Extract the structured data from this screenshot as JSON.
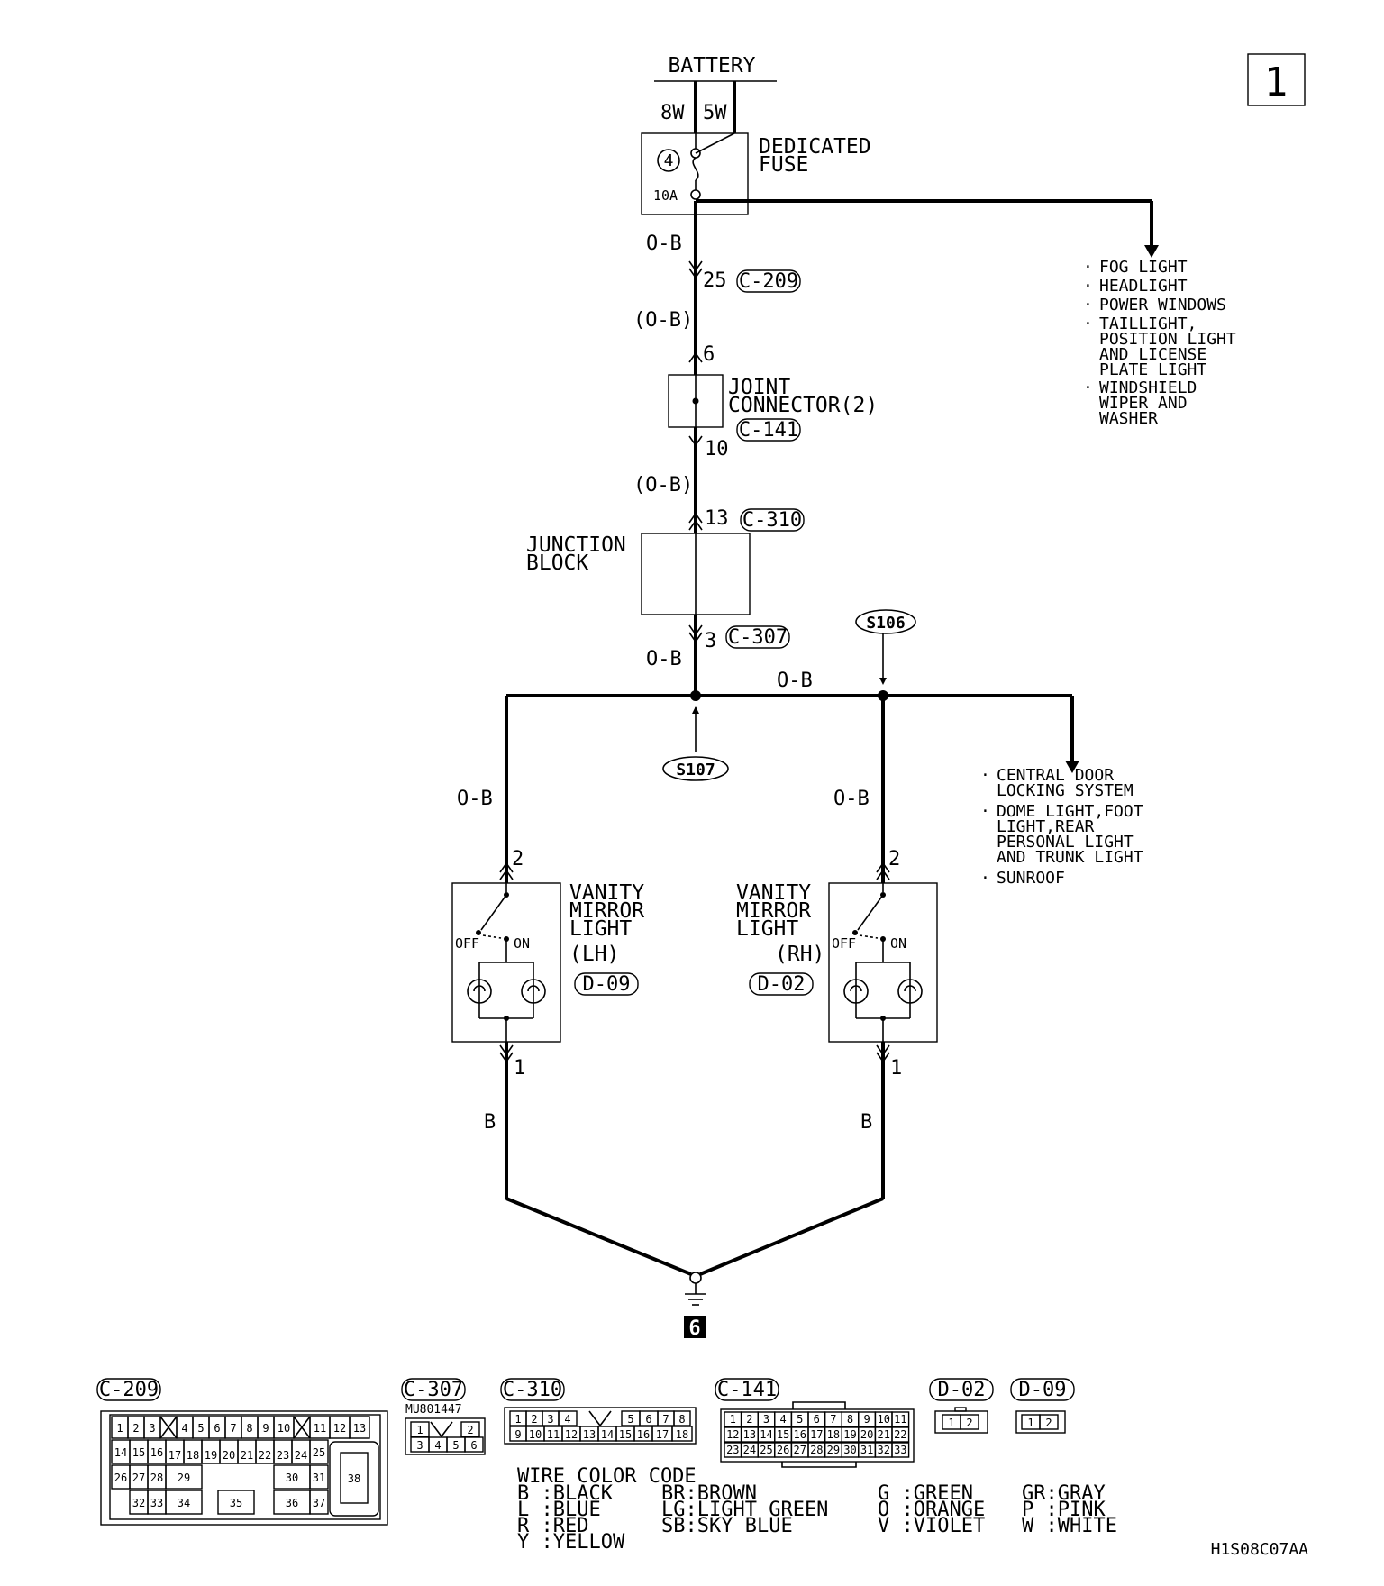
{
  "page_number": "1",
  "battery": "BATTERY",
  "wire_8w": "8W",
  "wire_5w": "5W",
  "fuse_number": "4",
  "fuse_rating": "10A",
  "fuse_label": [
    "DEDICATED",
    "FUSE"
  ],
  "wire_ob": "O-B",
  "wire_ob_paren": "(O-B)",
  "wire_b": "B",
  "pins": {
    "p25": "25",
    "p6": "6",
    "p10": "10",
    "p13": "13",
    "p3": "3",
    "p2": "2",
    "p1": "1"
  },
  "connectors": {
    "c209": "C-209",
    "c141": "C-141",
    "c310": "C-310",
    "c307": "C-307",
    "d09": "D-09",
    "d02": "D-02"
  },
  "joint_connector": [
    "JOINT",
    "CONNECTOR(2)"
  ],
  "junction_block": [
    "JUNCTION",
    "BLOCK"
  ],
  "splices": {
    "s106": "S106",
    "s107": "S107"
  },
  "fuse_branch_items": [
    [
      "FOG LIGHT"
    ],
    [
      "HEADLIGHT"
    ],
    [
      "POWER WINDOWS"
    ],
    [
      "TAILLIGHT,",
      "POSITION LIGHT",
      "AND LICENSE",
      "PLATE LIGHT"
    ],
    [
      "WINDSHIELD",
      "WIPER AND",
      "WASHER"
    ]
  ],
  "bus_branch_items": [
    [
      "CENTRAL DOOR",
      "LOCKING SYSTEM"
    ],
    [
      "DOME LIGHT,FOOT",
      "LIGHT,REAR",
      "PERSONAL LIGHT",
      "AND TRUNK LIGHT"
    ],
    [
      "SUNROOF"
    ]
  ],
  "vanity_lh": [
    "VANITY",
    "MIRROR",
    "LIGHT",
    "(LH)"
  ],
  "vanity_rh": [
    "VANITY",
    "MIRROR",
    "LIGHT",
    "(RH)"
  ],
  "switch_off": "OFF",
  "switch_on": "ON",
  "ground_number": "6",
  "c307_part": "MU801447",
  "connector_pins": {
    "c209_row1": [
      "1",
      "2",
      "3",
      "",
      "4",
      "5",
      "6",
      "7",
      "8",
      "9",
      "10",
      "",
      "11",
      "12",
      "13"
    ],
    "c209_row2": [
      "14",
      "15",
      "16",
      "17",
      "18",
      "19",
      "20",
      "21",
      "22",
      "23",
      "24",
      "25"
    ],
    "c209_row3": [
      "26",
      "27",
      "28",
      "29",
      "30",
      "31"
    ],
    "c209_row4": [
      "32",
      "33",
      "34",
      "35",
      "36",
      "37"
    ],
    "c209_big": "38",
    "c307_row1": [
      "1",
      "2"
    ],
    "c307_row2": [
      "3",
      "4",
      "5",
      "6"
    ],
    "c310_row1": [
      "1",
      "2",
      "3",
      "4",
      "5",
      "6",
      "7",
      "8"
    ],
    "c310_row2": [
      "9",
      "10",
      "11",
      "12",
      "13",
      "14",
      "15",
      "16",
      "17",
      "18"
    ],
    "c141_row1": [
      "1",
      "2",
      "3",
      "4",
      "5",
      "6",
      "7",
      "8",
      "9",
      "10",
      "11"
    ],
    "c141_row2": [
      "12",
      "13",
      "14",
      "15",
      "16",
      "17",
      "18",
      "19",
      "20",
      "21",
      "22"
    ],
    "c141_row3": [
      "23",
      "24",
      "25",
      "26",
      "27",
      "28",
      "29",
      "30",
      "31",
      "32",
      "33"
    ],
    "d_pins": [
      "1",
      "2"
    ]
  },
  "color_code_title": "WIRE COLOR CODE",
  "color_code_columns": [
    [
      "B :BLACK",
      "L :BLUE",
      "R :RED",
      "Y :YELLOW"
    ],
    [
      "BR:BROWN",
      "LG:LIGHT GREEN",
      "SB:SKY BLUE"
    ],
    [
      "G :GREEN",
      "O :ORANGE",
      "V :VIOLET"
    ],
    [
      "GR:GRAY",
      "P :PINK",
      "W :WHITE"
    ]
  ],
  "doc_code": "H1S08C07AA"
}
